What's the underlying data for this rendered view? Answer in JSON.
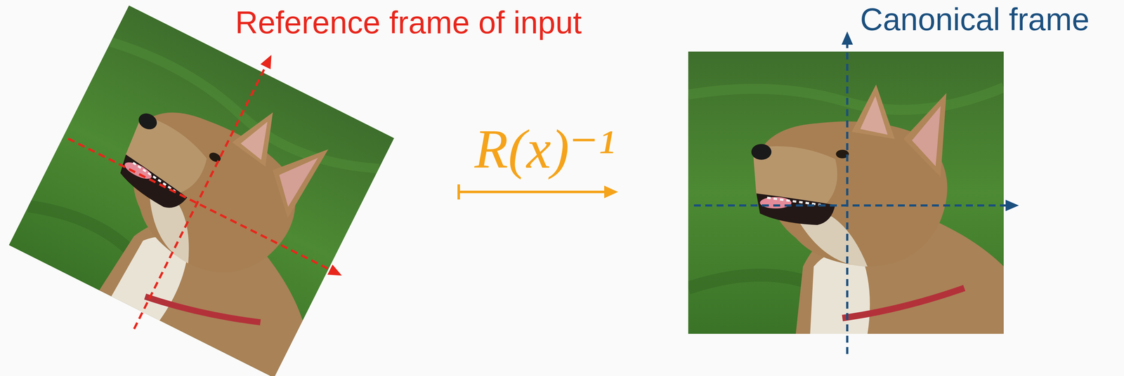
{
  "diagram": {
    "nodes": [
      {
        "text": [
          "Reference frame of input"
        ]
      },
      {
        "text": [
          "Canonical frame"
        ]
      }
    ],
    "edges": [
      {
        "from": 0,
        "to": 1,
        "label": "R(x)⁻¹",
        "arrow": "to"
      }
    ]
  }
}
